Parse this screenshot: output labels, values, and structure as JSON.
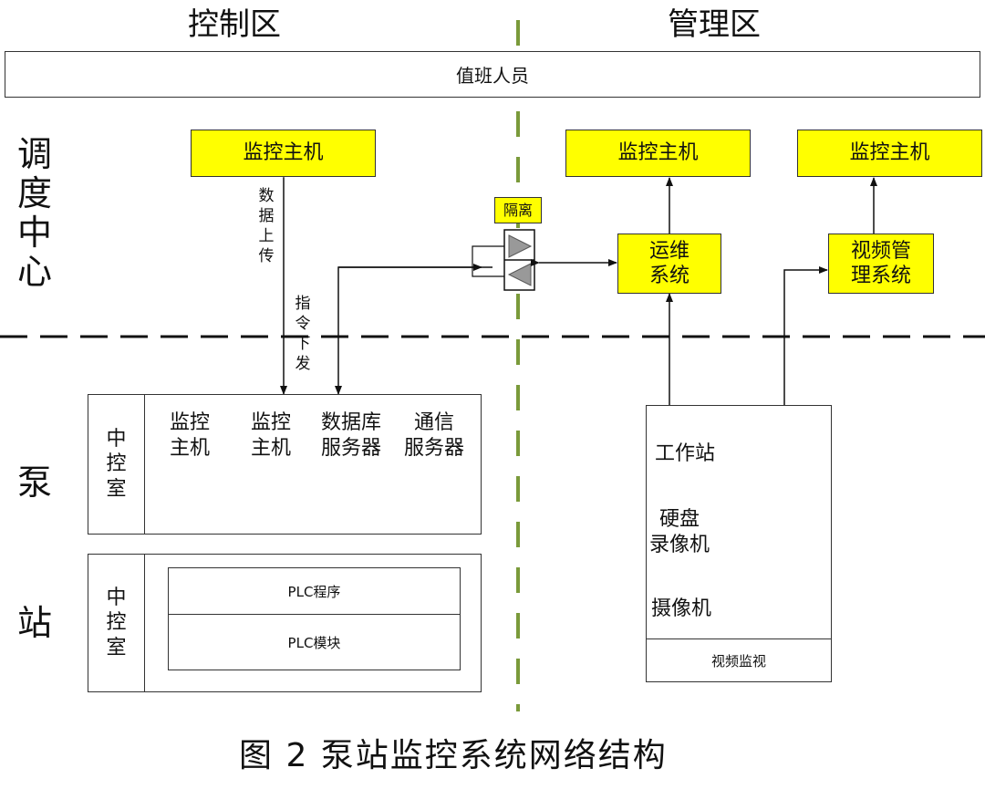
{
  "zones": {
    "control": "控制区",
    "management": "管理区"
  },
  "duty_staff": "值班人员",
  "side_labels": {
    "dispatch": [
      "调",
      "度",
      "中",
      "心"
    ],
    "pump": [
      "泵",
      "站"
    ]
  },
  "dispatch": {
    "control_host": "监控主机",
    "mgmt_host_1": "监控主机",
    "mgmt_host_2": "监控主机",
    "isolation": "隔离",
    "ops_system": [
      "运维",
      "系统"
    ],
    "video_mgmt": [
      "视频管",
      "理系统"
    ]
  },
  "arrows": {
    "data_upload": [
      "数",
      "据",
      "上",
      "传"
    ],
    "command_down": [
      "指",
      "令",
      "下",
      "发"
    ]
  },
  "pump_station": {
    "room_label_top": [
      "中",
      "控",
      "室"
    ],
    "room_label_bottom": [
      "中",
      "控",
      "室"
    ],
    "devices": [
      {
        "label": [
          "监控",
          "主机"
        ],
        "icon": "computer-icon"
      },
      {
        "label": [
          "监控",
          "主机"
        ],
        "icon": "computer-icon"
      },
      {
        "label": [
          "数据库",
          "服务器"
        ],
        "icon": "database-icon"
      },
      {
        "label": [
          "通信",
          "服务器"
        ],
        "icon": "globe-icon"
      }
    ],
    "plc_program": "PLC程序",
    "plc_module": "PLC模块",
    "video": {
      "workstation": "工作站",
      "nvr": [
        "硬盘",
        "录像机"
      ],
      "camera": "摄像机",
      "monitoring": "视频监视",
      "icons": [
        "server-icon",
        "recorder-icon",
        "camera-icon"
      ]
    }
  },
  "caption": "图 2   泵站监控系统网络结构",
  "colors": {
    "highlight": "#ffff00",
    "divider": "#7a9a3a",
    "line": "#111111"
  }
}
